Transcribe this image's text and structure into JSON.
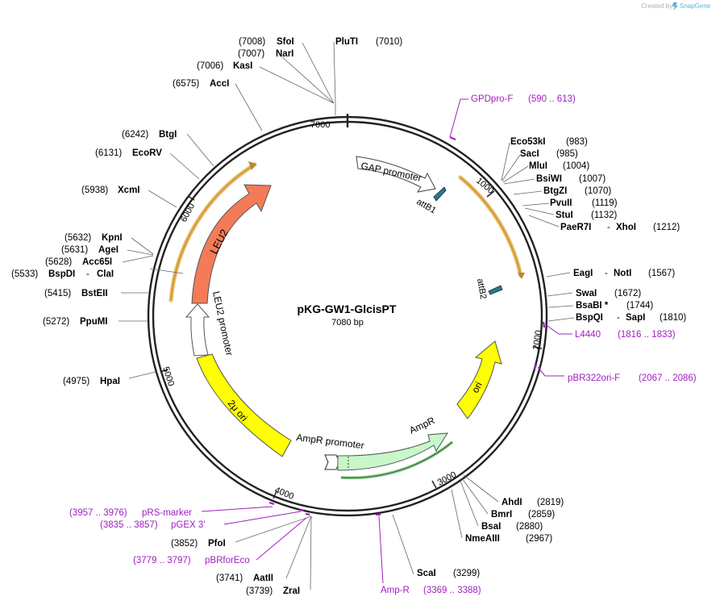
{
  "header": {
    "created_by": "Created by",
    "brand": "SnapGene"
  },
  "plasmid": {
    "name": "pKG-GW1-GlcisPT",
    "size": "7080 bp"
  },
  "ticks": [
    "1000",
    "2000",
    "3000",
    "4000",
    "5000",
    "6000",
    "7000"
  ],
  "features": {
    "gap_promoter": "GAP promoter",
    "attb1": "attB1",
    "attb2": "attB2",
    "leu2": "LEU2",
    "leu2_promoter": "LEU2 promoter",
    "two_micron_ori": "2μ ori",
    "ampr_promoter": "AmpR promoter",
    "ampr": "AmpR",
    "ori": "ori"
  },
  "sites": [
    {
      "pos": "(7008)",
      "name": "SfoI"
    },
    {
      "pos": "(7007)",
      "name": "NarI"
    },
    {
      "pos": "(7006)",
      "name": "KasI"
    },
    {
      "pos": "(6575)",
      "name": "AccI"
    },
    {
      "pos": "(6242)",
      "name": "BtgI"
    },
    {
      "pos": "(6131)",
      "name": "EcoRV"
    },
    {
      "pos": "(5938)",
      "name": "XcmI"
    },
    {
      "pos": "(5632)",
      "name": "KpnI"
    },
    {
      "pos": "(5631)",
      "name": "AgeI"
    },
    {
      "pos": "(5628)",
      "name": "Acc65I"
    },
    {
      "pos": "(5533)",
      "name": "BspDI",
      "name2": "ClaI"
    },
    {
      "pos": "(5415)",
      "name": "BstEII"
    },
    {
      "pos": "(5272)",
      "name": "PpuMI"
    },
    {
      "pos": "(4975)",
      "name": "HpaI"
    },
    {
      "pos": "(3852)",
      "name": "PfoI"
    },
    {
      "pos": "(3741)",
      "name": "AatII"
    },
    {
      "pos": "(3739)",
      "name": "ZraI"
    },
    {
      "name": "PluTI",
      "pos": "(7010)"
    },
    {
      "name": "Eco53kI",
      "pos": "(983)"
    },
    {
      "name": "SacI",
      "pos": "(985)"
    },
    {
      "name": "MluI",
      "pos": "(1004)"
    },
    {
      "name": "BsiWI",
      "pos": "(1007)"
    },
    {
      "name": "BtgZI",
      "pos": "(1070)"
    },
    {
      "name": "PvuII",
      "pos": "(1119)"
    },
    {
      "name": "StuI",
      "pos": "(1132)"
    },
    {
      "name": "PaeR7I",
      "name2": "XhoI",
      "pos": "(1212)"
    },
    {
      "name": "EagI",
      "name2": "NotI",
      "pos": "(1567)"
    },
    {
      "name": "SwaI",
      "pos": "(1672)"
    },
    {
      "name": "BsaBI *",
      "pos": "(1744)"
    },
    {
      "name": "BspQI",
      "name2": "SapI",
      "pos": "(1810)"
    },
    {
      "name": "AhdI",
      "pos": "(2819)"
    },
    {
      "name": "BmrI",
      "pos": "(2859)"
    },
    {
      "name": "BsaI",
      "pos": "(2880)"
    },
    {
      "name": "NmeAIII",
      "pos": "(2967)"
    },
    {
      "name": "ScaI",
      "pos": "(3299)"
    }
  ],
  "primers": [
    {
      "name": "GPDpro-F",
      "range": "(590 .. 613)"
    },
    {
      "name": "L4440",
      "range": "(1816 .. 1833)"
    },
    {
      "name": "pBR322ori-F",
      "range": "(2067 .. 2086)"
    },
    {
      "name": "Amp-R",
      "range": "(3369 .. 3388)"
    },
    {
      "range": "(3957 .. 3976)",
      "name": "pRS-marker"
    },
    {
      "range": "(3835 .. 3857)",
      "name": "pGEX 3'"
    },
    {
      "range": "(3779 .. 3797)",
      "name": "pBRforEco"
    }
  ],
  "colors": {
    "backbone": "#222222",
    "leu2": "#f47b58",
    "leu2_promoter": "#ffffff",
    "two_micron_ori": "#ffff00",
    "ori": "#ffff00",
    "ampr": "#c8f7c8",
    "orf_highlight": "#e8b860",
    "att": "#2a7a8a",
    "primer": "#a020c0"
  }
}
